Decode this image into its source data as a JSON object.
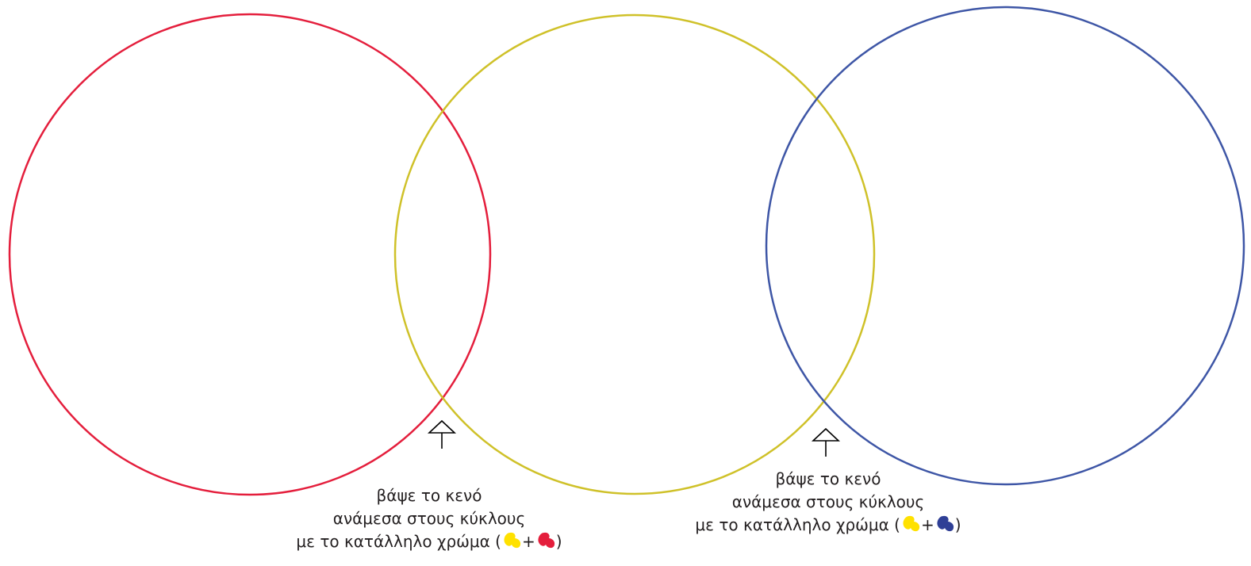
{
  "colors": {
    "red": "#e41e3c",
    "yellow": "#cfc129",
    "blue": "#3e56a6",
    "arrow": "#000000",
    "blob_yellow": "#ffe100",
    "blob_red": "#e41e3c",
    "blob_blue": "#2f3f96"
  },
  "captions": [
    {
      "line1": "βάψε το κενό",
      "line2": "ανάμεσα στους κύκλους",
      "line3_prefix": "με το κατάλληλο χρώμα (",
      "plus": "+",
      "close": ")",
      "blob_icons": [
        "yellow-paint-blob-icon",
        "red-paint-blob-icon"
      ]
    },
    {
      "line1": "βάψε το κενό",
      "line2": "ανάμεσα στους κύκλους",
      "line3_prefix": "με το κατάλληλο χρώμα (",
      "plus": "+",
      "close": ")",
      "blob_icons": [
        "yellow-paint-blob-icon",
        "blue-paint-blob-icon"
      ]
    }
  ]
}
